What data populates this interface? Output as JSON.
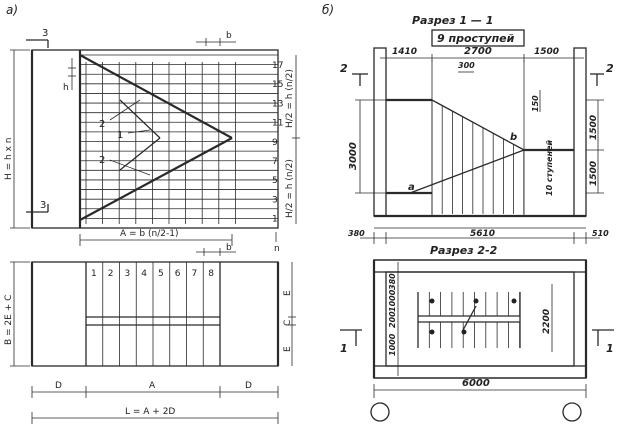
{
  "panel_a": {
    "label": "а)",
    "section_marks": [
      "3",
      "3"
    ],
    "dim_b_top": "b",
    "dim_h": "h",
    "dim_H": "H = h x n",
    "dim_H2_top": "H/2 = h (n/2)",
    "dim_H2_bottom": "H/2 = h (n/2)",
    "callouts": [
      "2",
      "1",
      "2"
    ],
    "riser_numbers": [
      "17",
      "15",
      "13",
      "11",
      "9",
      "7",
      "5",
      "3",
      "1"
    ],
    "n_label": "n",
    "dim_A_top": "A = b (n/2-1)",
    "dim_b_plan": "b",
    "step_numbers": [
      "1",
      "2",
      "3",
      "4",
      "5",
      "6",
      "7",
      "8"
    ],
    "dim_B": "B = 2E + C",
    "dim_E1": "E",
    "dim_C": "C",
    "dim_E2": "E",
    "dim_D_left": "D",
    "dim_A": "A",
    "dim_D_right": "D",
    "dim_L": "L = A + 2D"
  },
  "panel_b": {
    "label": "б)",
    "section11_title": "Разрез 1 — 1",
    "steps_label": "9 проступей",
    "section_mark": "2",
    "dims_top": [
      "1410",
      "2700",
      "1500"
    ],
    "tread": "300",
    "riser": "150",
    "height_total": "3000",
    "height_upper": "1500",
    "height_lower": "1500",
    "steps_10": "10 ступеней",
    "point_a": "a",
    "point_b": "b",
    "dims_bottom": [
      "380",
      "5610",
      "510"
    ],
    "section22_title": "Разрез 2-2",
    "plan_dims": [
      "380",
      "1000",
      "200",
      "1000",
      "2200"
    ],
    "plan_marks": [
      "1",
      "1"
    ],
    "width_total": "6000"
  }
}
